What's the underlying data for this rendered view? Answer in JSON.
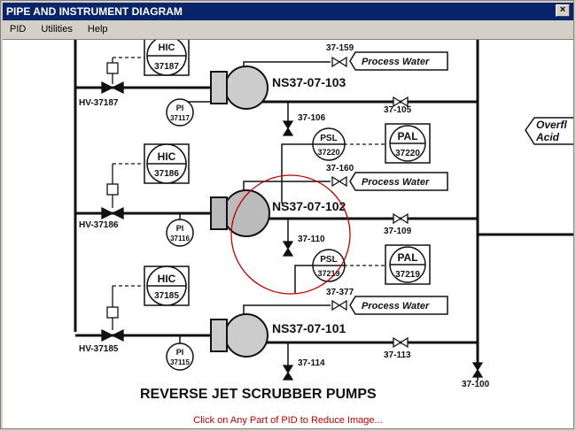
{
  "window": {
    "title": "PIPE AND INSTRUMENT DIAGRAM"
  },
  "menu": {
    "items": [
      "PID",
      "Utilities",
      "Help"
    ]
  },
  "diagram": {
    "title": "REVERSE JET SCRUBBER PUMPS",
    "pumps": [
      "NS37-07-103",
      "NS37-07-102",
      "NS37-07-101"
    ],
    "hand_valves": [
      "HV-37187",
      "HV-37186",
      "HV-37185"
    ],
    "hic": {
      "label": "HIC",
      "tags": [
        "37187",
        "37186",
        "37185"
      ]
    },
    "pi": {
      "label": "PI",
      "tags": [
        "37117",
        "37116",
        "37115"
      ]
    },
    "psl": {
      "label": "PSL",
      "tags": [
        "37220",
        "37219"
      ]
    },
    "pal": {
      "label": "PAL",
      "tags": [
        "37220",
        "37219"
      ]
    },
    "process_water": "Process Water",
    "water_valves": [
      "37-159",
      "37-160",
      "37-377"
    ],
    "drain_valves": [
      "37-106",
      "37-110",
      "37-114"
    ],
    "discharge_valves": [
      "37-105",
      "37-109",
      "37-113"
    ],
    "header_valve": "37-100",
    "offpage": [
      "Overfl",
      "Acid"
    ]
  },
  "status": {
    "message": "Click on Any Part of PID to Reduce Image...",
    "color": "#c00000"
  },
  "colors": {
    "titlebar": "#0a246a",
    "highlight_circle": "#c00000"
  }
}
